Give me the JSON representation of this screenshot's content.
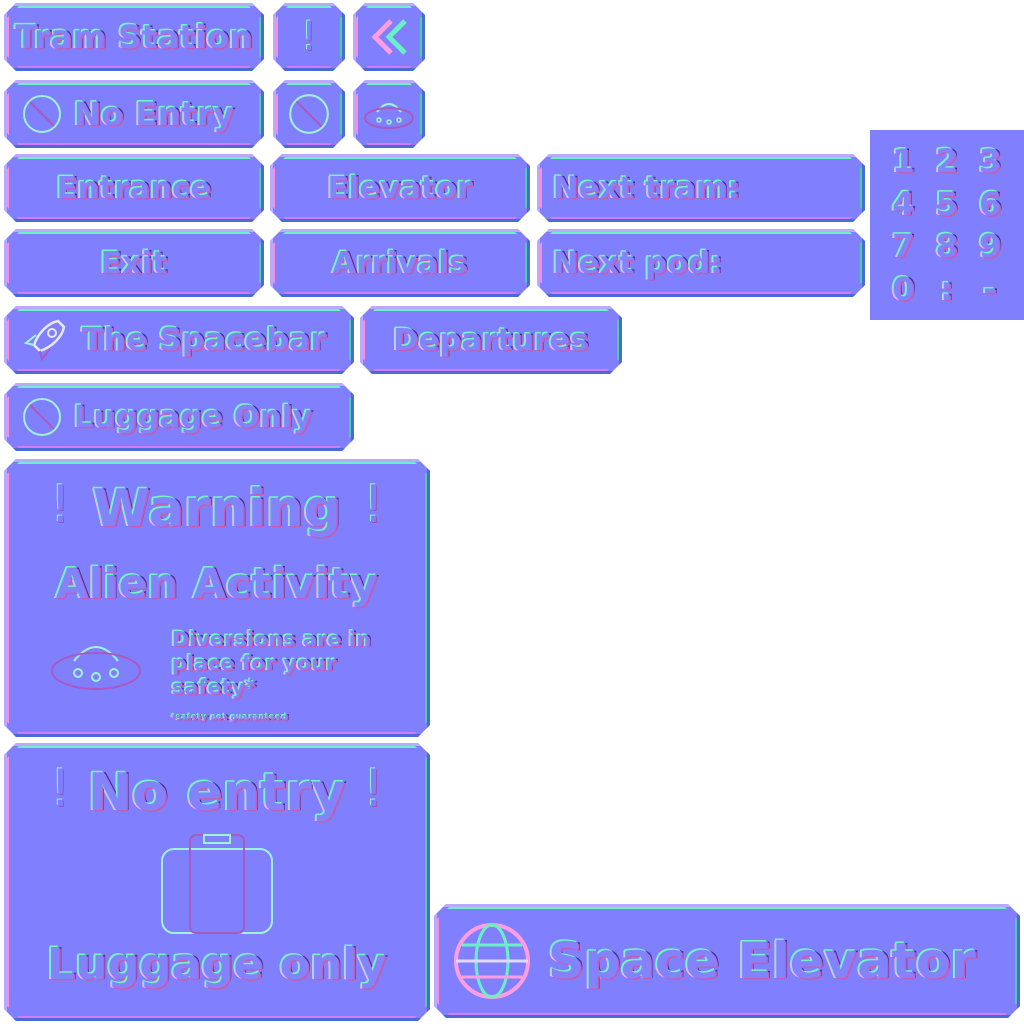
{
  "signs": {
    "tram_station": "Tram Station",
    "no_entry_small": "No Entry",
    "entrance": "Entrance",
    "elevator": "Elevator",
    "next_tram": "Next tram:",
    "exit": "Exit",
    "arrivals": "Arrivals",
    "next_pod": "Next pod:",
    "spacebar": "The Spacebar",
    "departures": "Departures",
    "luggage_only_small": "Luggage Only",
    "warning_title": "Warning",
    "warning_subtitle": "Alien Activity",
    "warning_body": "Diversions are in place for your safety*",
    "warning_footnote": "*safety not guaranteed",
    "no_entry_title": "No entry",
    "luggage_only": "Luggage only",
    "space_elevator": "Space Elevator"
  },
  "digits": [
    "1",
    "2",
    "3",
    "4",
    "5",
    "6",
    "7",
    "8",
    "9",
    "0",
    ":",
    "-"
  ],
  "icons": {
    "exclamation": "exclamation-icon",
    "double_chevron_left": "double-chevron-left-icon",
    "no_entry": "no-entry-icon",
    "ufo": "ufo-icon",
    "rocket": "rocket-icon",
    "suitcase": "suitcase-icon",
    "globe": "globe-icon"
  },
  "colors": {
    "base": "#8080fe",
    "highlight": "#74f4c2",
    "shadow": "#c35fb2"
  }
}
